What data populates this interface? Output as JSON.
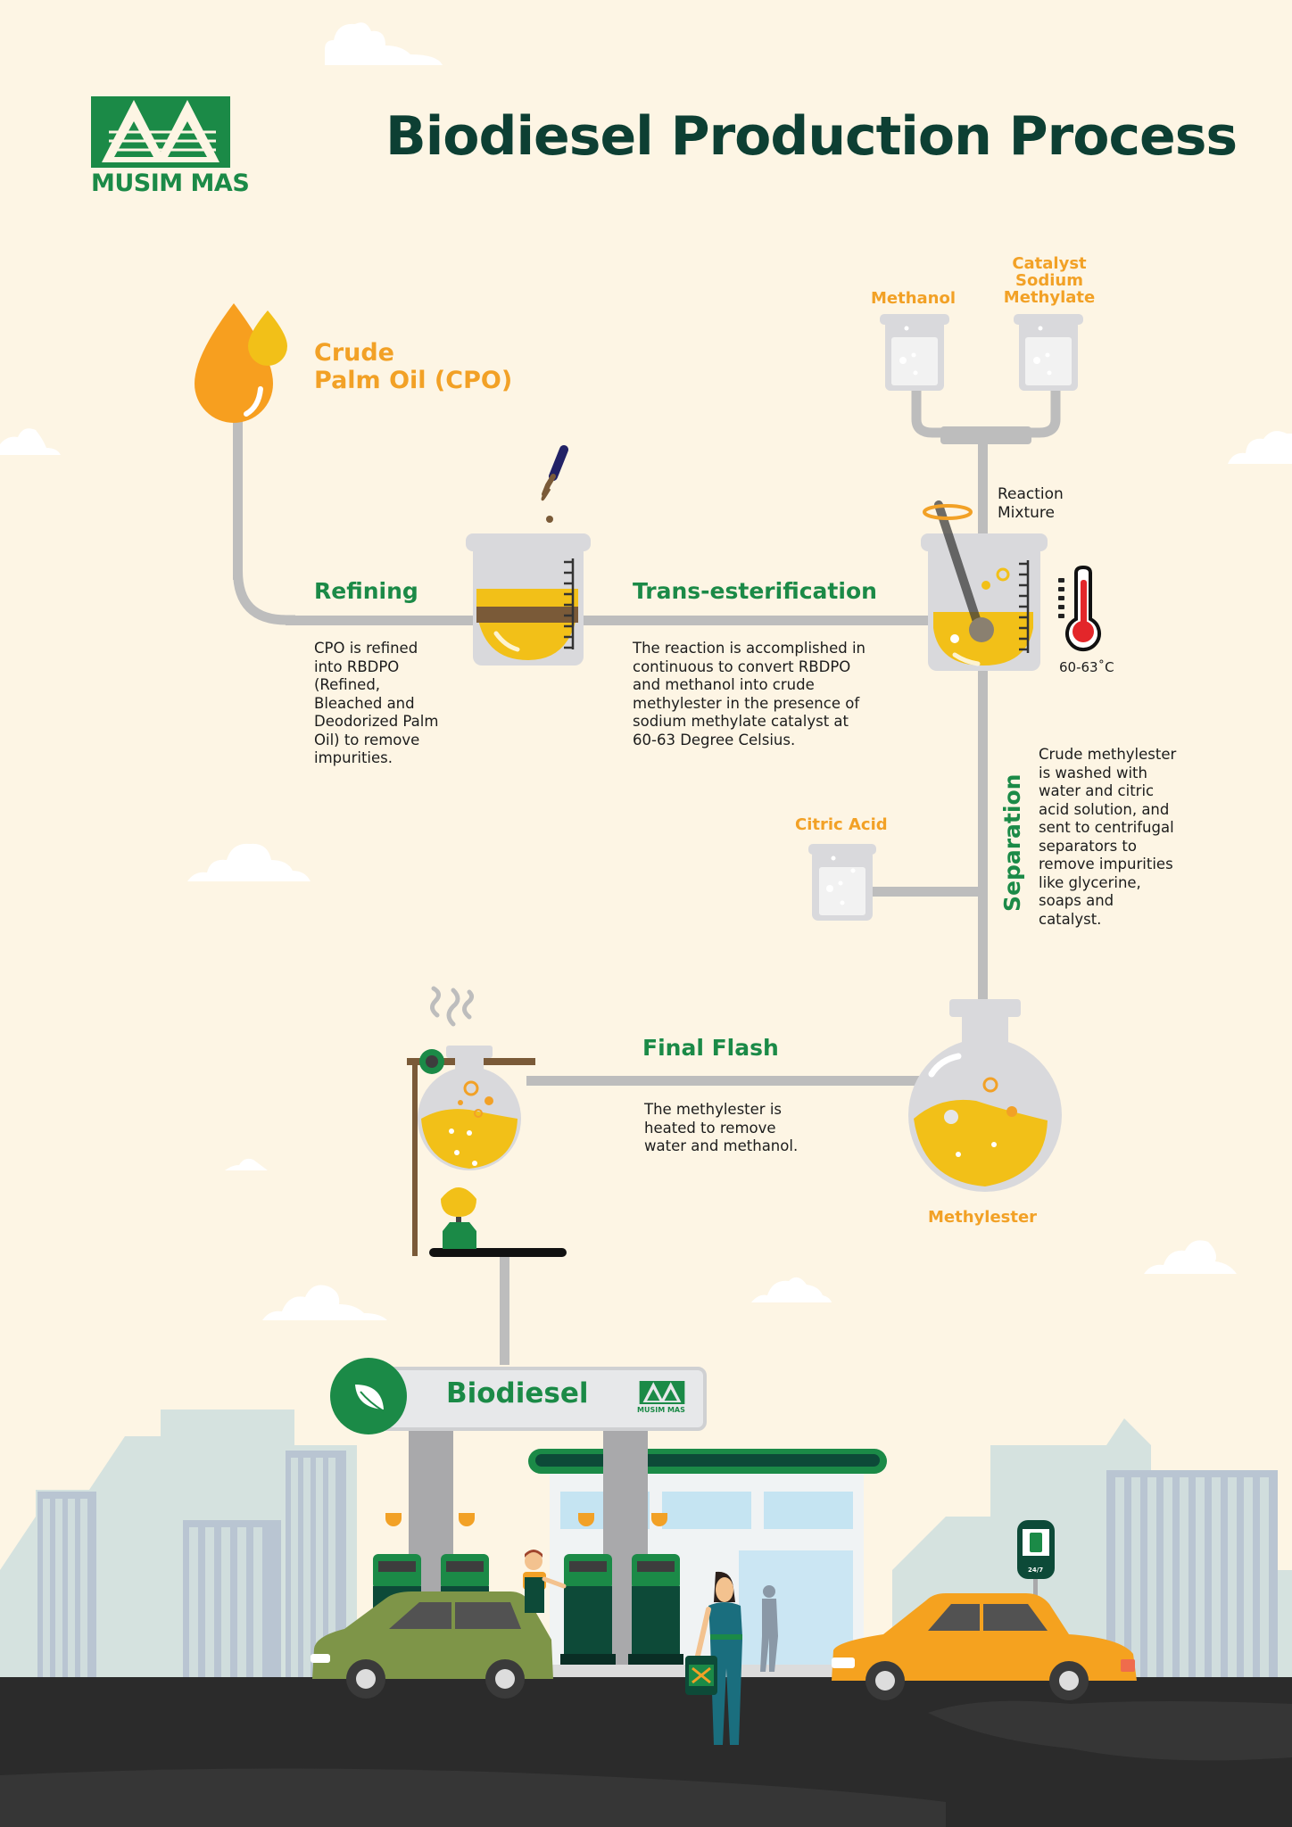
{
  "header": {
    "title": "Biodiesel Production Process",
    "logo_text": "MUSIM MAS"
  },
  "colors": {
    "background": "#fdf5e4",
    "title": "#0d3f33",
    "brand_green": "#1b8a47",
    "orange": "#f2a126",
    "oil_yellow": "#f2c018",
    "pipe_gray": "#bdbdbd",
    "road": "#2b2b2b"
  },
  "inputs": {
    "cpo": {
      "line1": "Crude",
      "line2": "Palm Oil (CPO)"
    },
    "methanol": "Methanol",
    "catalyst": {
      "line1": "Catalyst",
      "line2": "Sodium",
      "line3": "Methylate"
    },
    "citric_acid": "Citric Acid",
    "methylester": "Methylester",
    "reaction_mixture": {
      "line1": "Reaction",
      "line2": "Mixture"
    },
    "temperature": "60-63˚C"
  },
  "steps": [
    {
      "heading": "Refining",
      "lines": [
        "CPO is refined",
        "into RBDPO",
        "(Refined,",
        "Bleached and",
        "Deodorized Palm",
        "Oil) to remove",
        "impurities."
      ]
    },
    {
      "heading": "Trans-esterification",
      "lines": [
        "The reaction is accomplished in",
        "continuous to convert RBDPO",
        "and methanol into crude",
        "methylester in the presence of",
        "sodium methylate catalyst at",
        "60-63 Degree Celsius."
      ]
    },
    {
      "heading": "Separation",
      "lines": [
        "Crude methylester",
        "is washed with",
        "water and citric",
        "acid solution, and",
        "sent to centrifugal",
        "separators to",
        "remove impurities",
        "like glycerine,",
        "soaps and",
        "catalyst."
      ]
    },
    {
      "heading": "Final Flash",
      "lines": [
        "The methylester is",
        "heated to remove",
        "water and methanol."
      ]
    }
  ],
  "station": {
    "sign_label": "Biodiesel",
    "sign_logo_text": "MUSIM MAS",
    "roadside_sign_text": "24/7"
  }
}
